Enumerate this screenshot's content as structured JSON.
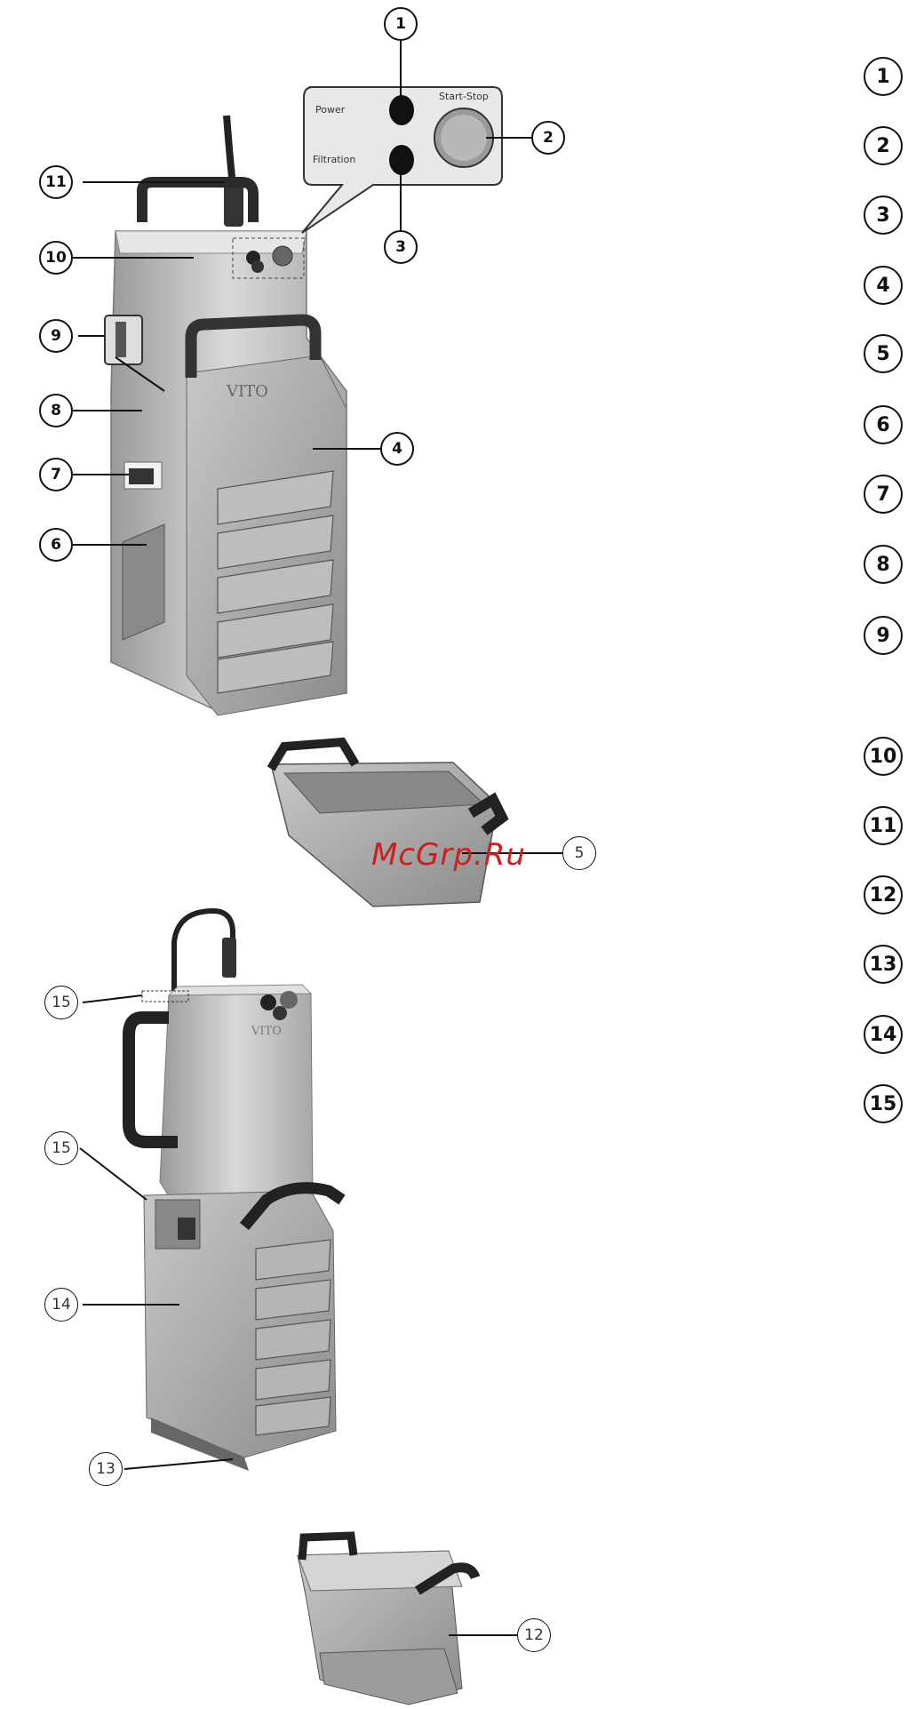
{
  "control_panel": {
    "power_label": "Power",
    "filtration_label": "Filtration",
    "start_stop_label": "Start-Stop"
  },
  "brand": {
    "logo_text": "VITO"
  },
  "callouts": {
    "c1": "1",
    "c2": "2",
    "c3": "3",
    "c4": "4",
    "c5": "5",
    "c6": "6",
    "c7": "7",
    "c8": "8",
    "c9": "9",
    "c10": "10",
    "c11": "11",
    "c12": "12",
    "c13": "13",
    "c14": "14",
    "c15a": "15",
    "c15b": "15"
  },
  "legend": [
    "1",
    "2",
    "3",
    "4",
    "5",
    "6",
    "7",
    "8",
    "9",
    "10",
    "11",
    "12",
    "13",
    "14",
    "15"
  ],
  "watermark": "McGrp.Ru"
}
